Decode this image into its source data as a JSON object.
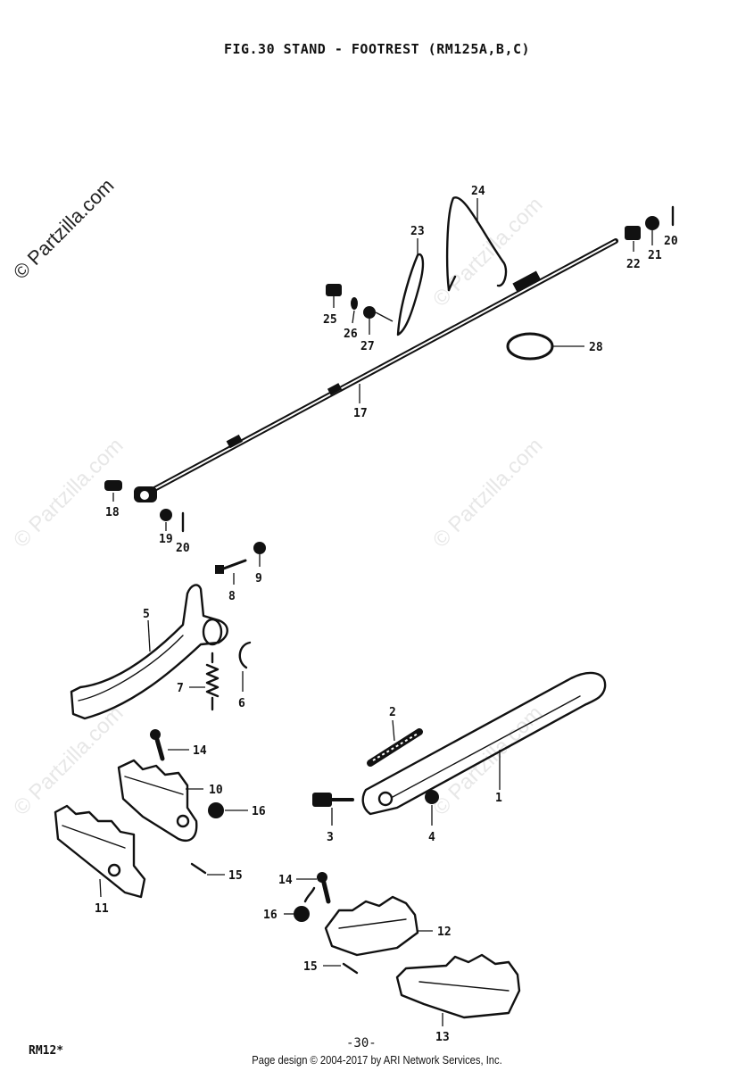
{
  "figure": {
    "title": "FIG.30  STAND - FOOTREST (RM125A,B,C)",
    "page_number": "-30-",
    "model_code": "RM12*",
    "credit": "Page design © 2004-2017 by ARI Network Services, Inc."
  },
  "watermark": {
    "text": "© Partzilla.com"
  },
  "parts": {
    "p1": "1",
    "p2": "2",
    "p3": "3",
    "p4": "4",
    "p5": "5",
    "p6": "6",
    "p7": "7",
    "p8": "8",
    "p9": "9",
    "p10": "10",
    "p11": "11",
    "p12": "12",
    "p13": "13",
    "p14a": "14",
    "p14b": "14",
    "p15a": "15",
    "p15b": "15",
    "p16a": "16",
    "p16b": "16",
    "p17": "17",
    "p18": "18",
    "p19": "19",
    "p20a": "20",
    "p20b": "20",
    "p21": "21",
    "p22": "22",
    "p23": "23",
    "p24": "24",
    "p25": "25",
    "p26": "26",
    "p27": "27",
    "p28": "28"
  }
}
